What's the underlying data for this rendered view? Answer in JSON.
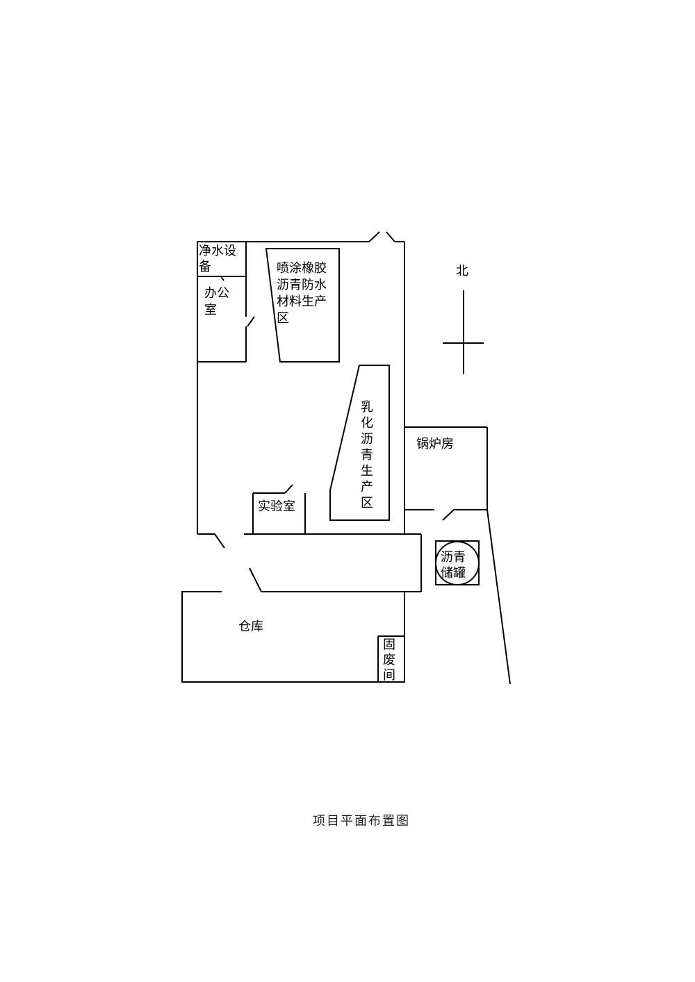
{
  "rooms": {
    "water_equipment": [
      "净水设",
      "备"
    ],
    "office": [
      "办公",
      "室"
    ],
    "spray_rubber_zone": [
      "喷涂橡胶",
      "沥青防水",
      "材料生产",
      "区"
    ],
    "emulsified_asphalt_zone": [
      "乳",
      "化",
      "沥",
      "青",
      "生",
      "产",
      "区"
    ],
    "laboratory": "实验室",
    "boiler_room": "锅炉房",
    "asphalt_tank": [
      "沥青",
      "储罐"
    ],
    "warehouse": "仓库",
    "solid_waste_room": [
      "固",
      "废",
      "间"
    ]
  },
  "north_label": "北",
  "caption": "项目平面布置图"
}
